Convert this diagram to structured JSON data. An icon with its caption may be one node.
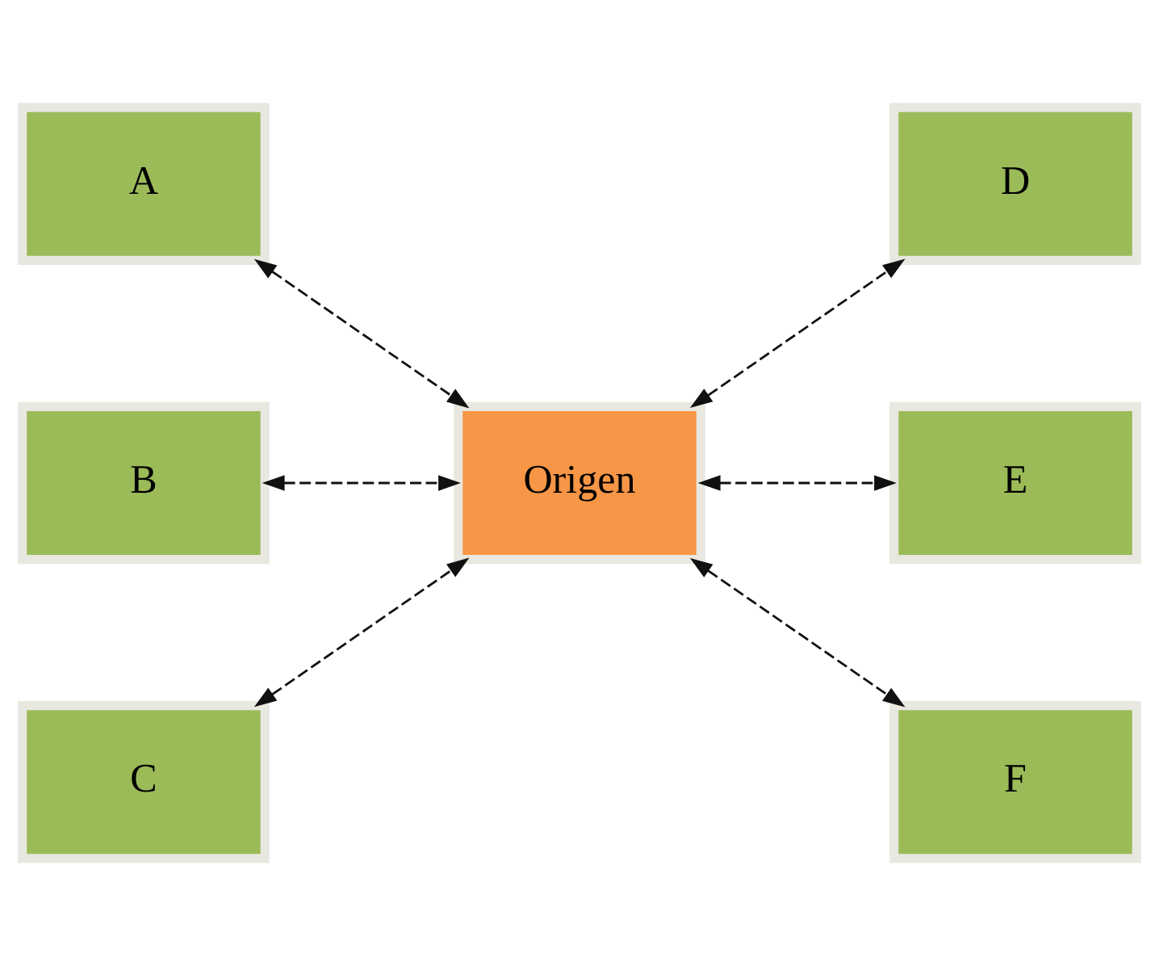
{
  "diagram": {
    "nodes": [
      {
        "text": [
          "A"
        ]
      },
      {
        "text": [
          "D"
        ]
      },
      {
        "text": [
          "B"
        ]
      },
      {
        "text": [
          "Origen"
        ]
      },
      {
        "text": [
          "E"
        ]
      },
      {
        "text": [
          "C"
        ]
      },
      {
        "text": [
          "F"
        ]
      }
    ],
    "edges": [
      {
        "from": 0,
        "to": 3,
        "arrow": "both",
        "style": "dashed"
      },
      {
        "from": 3,
        "to": 1,
        "arrow": "both",
        "style": "dashed"
      },
      {
        "from": 2,
        "to": 3,
        "arrow": "both",
        "style": "dashed"
      },
      {
        "from": 3,
        "to": 4,
        "arrow": "both",
        "style": "dashed"
      },
      {
        "from": 5,
        "to": 3,
        "arrow": "both",
        "style": "dashed"
      },
      {
        "from": 3,
        "to": 6,
        "arrow": "both",
        "style": "dashed"
      }
    ]
  }
}
